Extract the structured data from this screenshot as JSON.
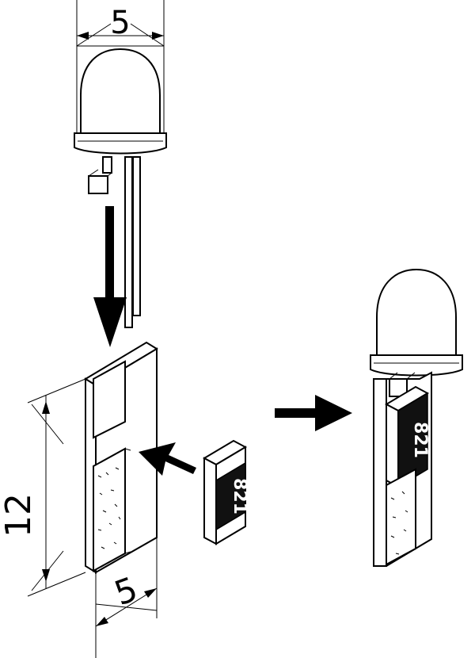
{
  "labels": {
    "led_diameter": "5",
    "board_width": "5",
    "board_height": "12",
    "resistor_marking": "821",
    "resistor_marking_mounted": "821"
  },
  "colors": {
    "line": "#000000",
    "background": "#ffffff",
    "resistor_body": "#111111"
  }
}
